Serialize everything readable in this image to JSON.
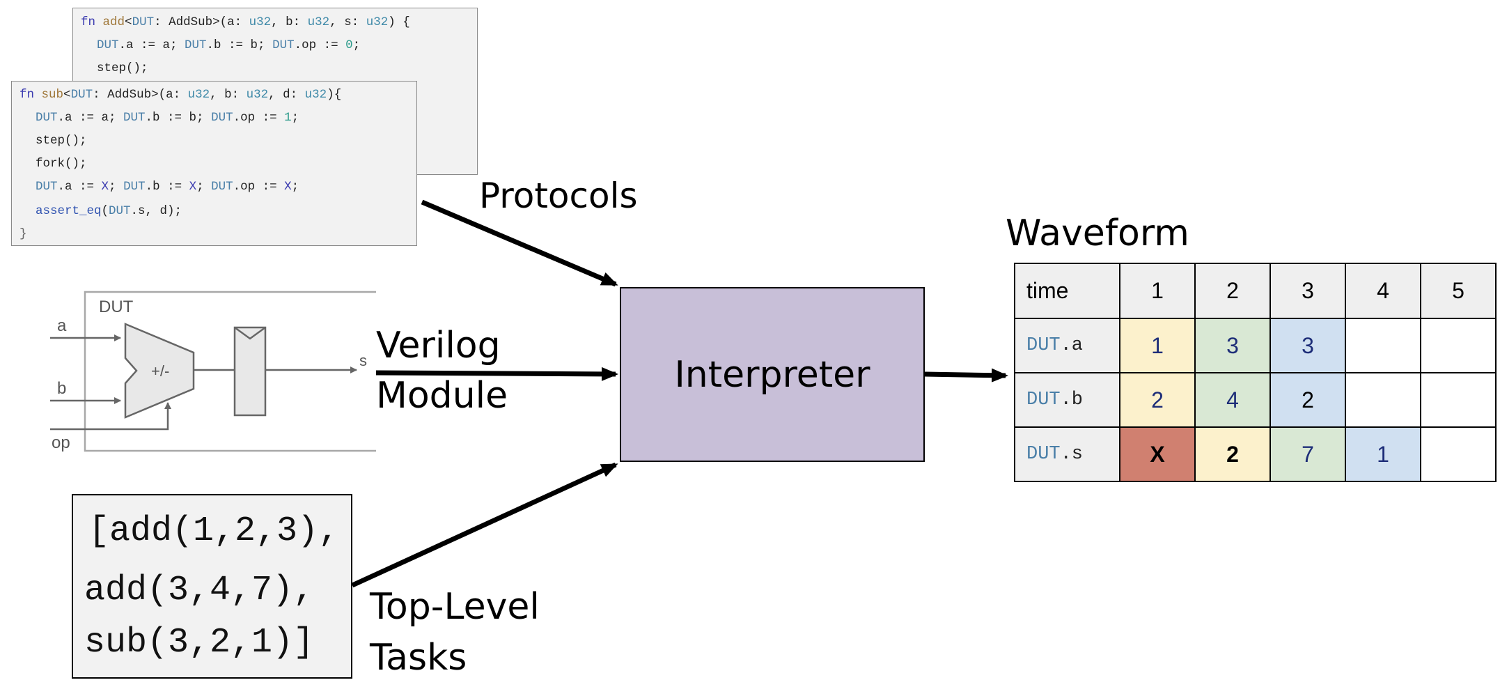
{
  "colors": {
    "interpreter_fill": "#c8bfd8",
    "code_bg": "#f2f2f2",
    "cell_yellow": "#fcf1cc",
    "cell_green": "#d9e8d4",
    "cell_blue": "#d0e0f1",
    "cell_red": "#d08070",
    "header_gray": "#efefef"
  },
  "add_code": {
    "line1": {
      "kw": "fn",
      "name": "add",
      "dut": "DUT",
      "rest1": ": AddSub>(",
      "a": "a",
      "c1": ": ",
      "t1": "u32",
      "c2": ", b: ",
      "t2": "u32",
      "c3": ", s: ",
      "t3": "u32",
      "close": ") {"
    },
    "line2": {
      "d1": "DUT",
      ".a := a; ": ".a := a; ",
      "d2": "DUT",
      "b": ".b := b; ",
      "d3": "DUT",
      "op": ".op := ",
      "v": "0",
      ";": ";"
    },
    "line3": "step();"
  },
  "sub_code": {
    "line1_kw": "fn",
    "line1_name": "sub",
    "line1_dut": "DUT",
    "line1_mid": ": AddSub>",
    "line1_args_open": "(a: ",
    "line1_t1": "u32",
    "line1_b": ", b: ",
    "line1_t2": "u32",
    "line1_d": ", d: ",
    "line1_t3": "u32",
    "line1_close": "){",
    "line2_d1": "DUT",
    "line2_a": ".a := a; ",
    "line2_d2": "DUT",
    "line2_b": ".b := b; ",
    "line2_d3": "DUT",
    "line2_op": ".op := ",
    "line2_v": "1",
    "line2_end": ";",
    "line3": "step();",
    "line4": "fork();",
    "line5_d1": "DUT",
    "line5_a": ".a := ",
    "line5_x1": "X",
    "line5_s1": "; ",
    "line5_d2": "DUT",
    "line5_b": ".b := ",
    "line5_x2": "X",
    "line5_s2": "; ",
    "line5_d3": "DUT",
    "line5_op": ".op := ",
    "line5_x3": "X",
    "line5_end": ";",
    "line6_call": "assert_eq",
    "line6_open": "(",
    "line6_dut": "DUT",
    "line6_rest": ".s, d);",
    "line7": "}"
  },
  "dut_block": {
    "title": "DUT",
    "port_a": "a",
    "port_b": "b",
    "port_op": "op",
    "port_s": "s",
    "alu_label": "+/-"
  },
  "labels": {
    "protocols": "Protocols",
    "verilog_line1": "Verilog",
    "verilog_line2": "Module",
    "toplevel_line1": "Top-Level",
    "toplevel_line2": "Tasks",
    "interpreter": "Interpreter",
    "waveform": "Waveform"
  },
  "tasks": [
    "[add(1,2,3),",
    "add(3,4,7),",
    "sub(3,2,1)]"
  ],
  "waveform": {
    "header": [
      "time",
      "1",
      "2",
      "3",
      "4",
      "5"
    ],
    "rows": [
      {
        "prefix": "DUT",
        "signal": ".a",
        "cells": [
          "1",
          "3",
          "3",
          "",
          ""
        ]
      },
      {
        "prefix": "DUT",
        "signal": ".b",
        "cells": [
          "2",
          "4",
          "2",
          "",
          ""
        ]
      },
      {
        "prefix": "DUT",
        "signal": ".s",
        "cells": [
          "X",
          "2",
          "7",
          "1",
          ""
        ]
      }
    ]
  }
}
